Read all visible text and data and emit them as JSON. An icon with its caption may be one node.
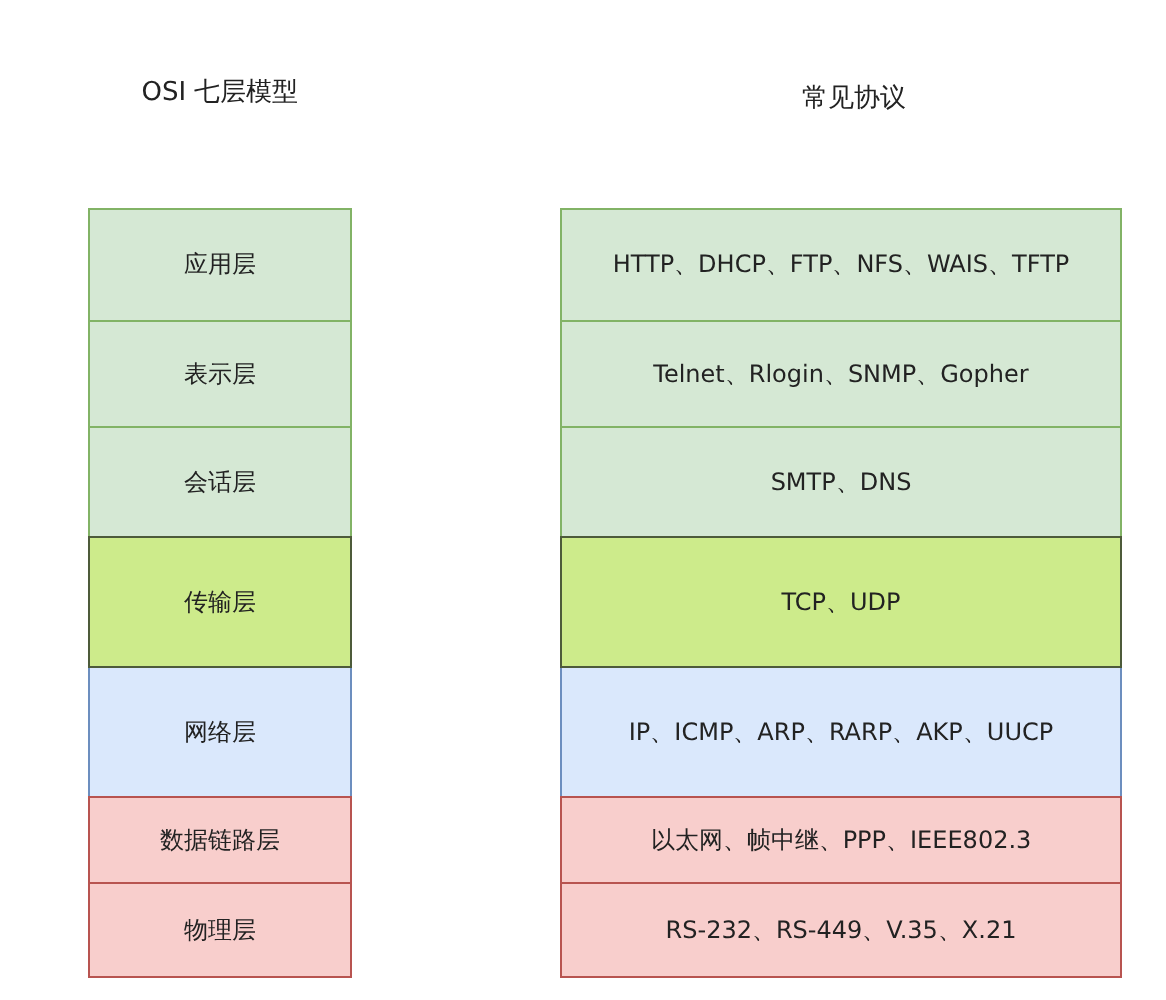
{
  "diagram": {
    "nodes": [
      {
        "text": [
          "应用层"
        ]
      },
      {
        "text": [
          "表示层"
        ]
      },
      {
        "text": [
          "会话层"
        ]
      },
      {
        "text": [
          "传输层"
        ]
      },
      {
        "text": [
          "网络层"
        ]
      },
      {
        "text": [
          "数据链路层"
        ]
      },
      {
        "text": [
          "物理层"
        ]
      },
      {
        "text": [
          "HTTP、DHCP、FTP、NFS、WAIS、TFTP"
        ]
      },
      {
        "text": [
          "Telnet、Rlogin、SNMP、Gopher"
        ]
      },
      {
        "text": [
          "SMTP、DNS"
        ]
      },
      {
        "text": [
          "TCP、UDP"
        ]
      },
      {
        "text": [
          "IP、ICMP、ARP、RARP、AKP、UUCP"
        ]
      },
      {
        "text": [
          "以太网、帧中继、PPP、IEEE802.3"
        ]
      },
      {
        "text": [
          "RS-232、RS-449、V.35、X.21"
        ]
      }
    ],
    "labels": [
      "OSI 七层模型",
      "常见协议"
    ]
  }
}
